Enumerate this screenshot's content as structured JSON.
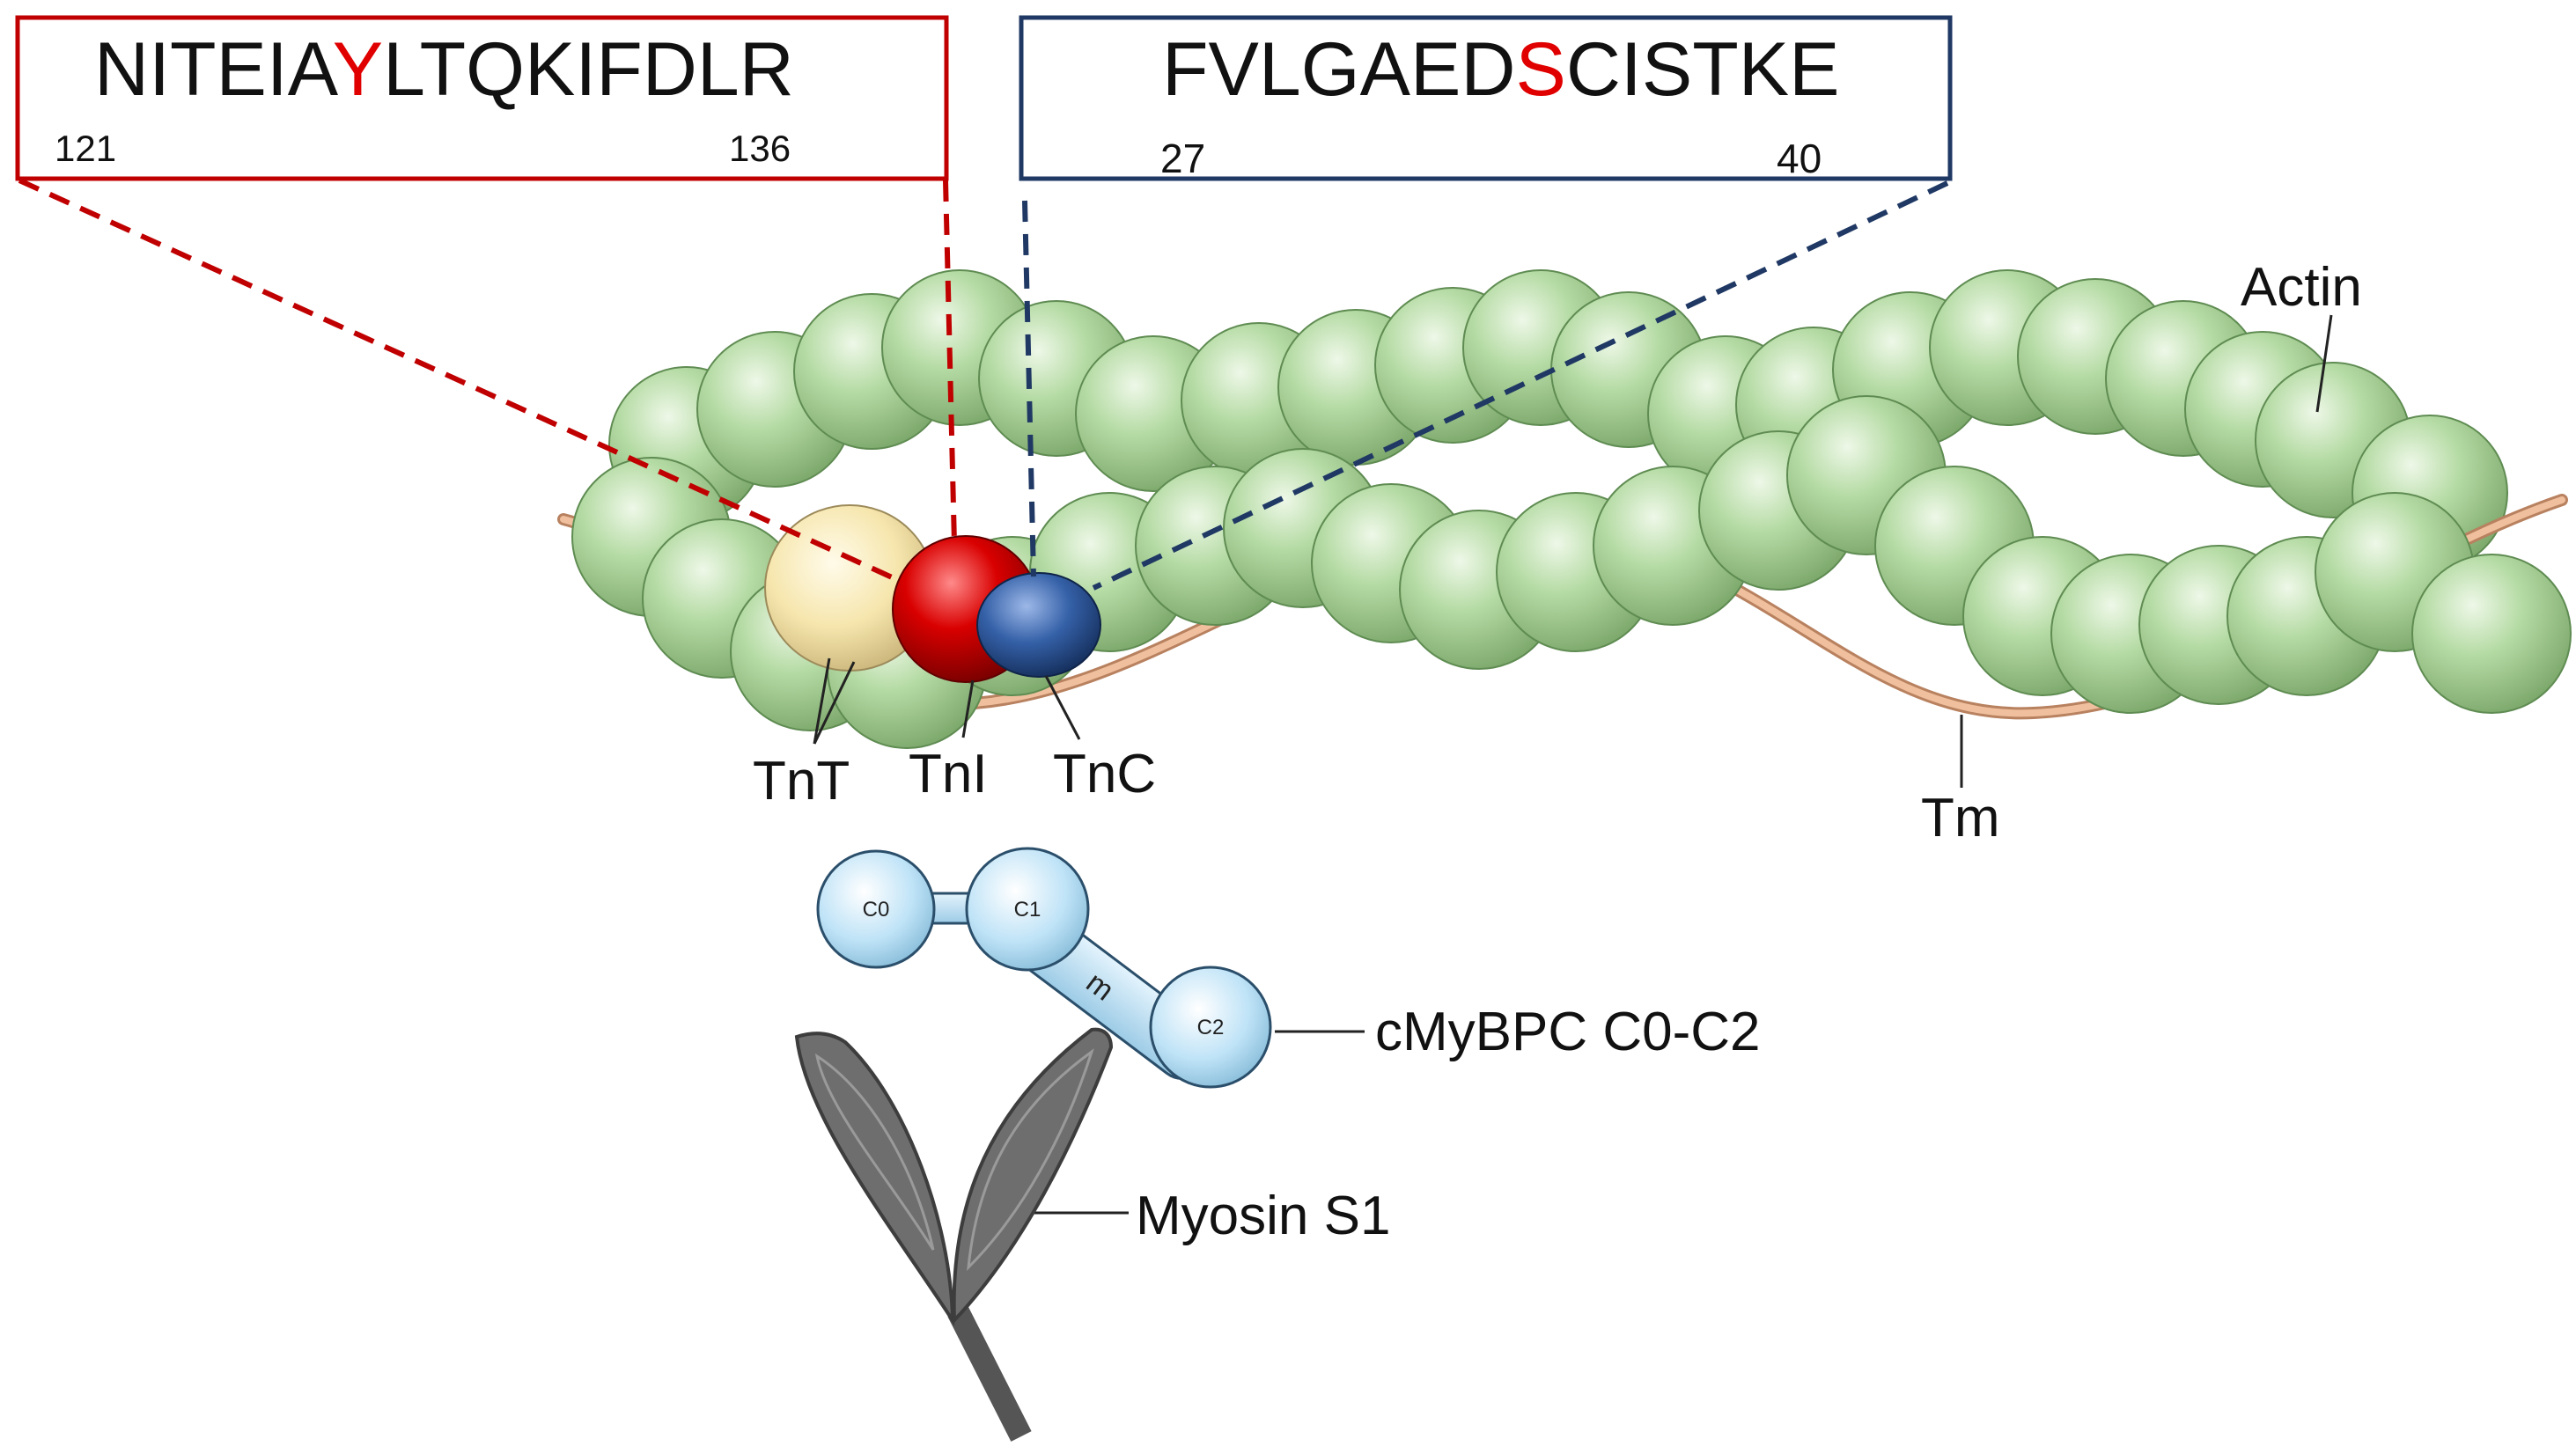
{
  "peptides": {
    "tni": {
      "seq_before": "NITEIA",
      "site": "Y",
      "seq_after": "LTQKIFDLR",
      "start": "121",
      "end": "136",
      "frame_color": "#c00000",
      "site_color": "#e00000"
    },
    "tnc": {
      "seq_before": "FVLGAED",
      "site": "S",
      "seq_after": "CISTKE",
      "start": "27",
      "end": "40",
      "frame_color": "#1f3864",
      "site_color": "#e00000"
    }
  },
  "labels": {
    "actin": "Actin",
    "tm": "Tm",
    "tnt": "TnT",
    "tni": "TnI",
    "tnc": "TnC",
    "mybpc": "cMyBPC C0-C2",
    "myosin": "Myosin S1"
  },
  "mybpc_domains": {
    "c0": "C0",
    "c1": "C1",
    "m": "m",
    "c2": "C2"
  },
  "colors": {
    "actin": "#a9d49a",
    "tropomyosin": "#e8b088",
    "tnt": "#f8e8b0",
    "tni": "#d40000",
    "tnc": "#2f5597",
    "mybpc": "#bde3f7",
    "myosin": "#6e6e6e",
    "text": "#111111"
  }
}
